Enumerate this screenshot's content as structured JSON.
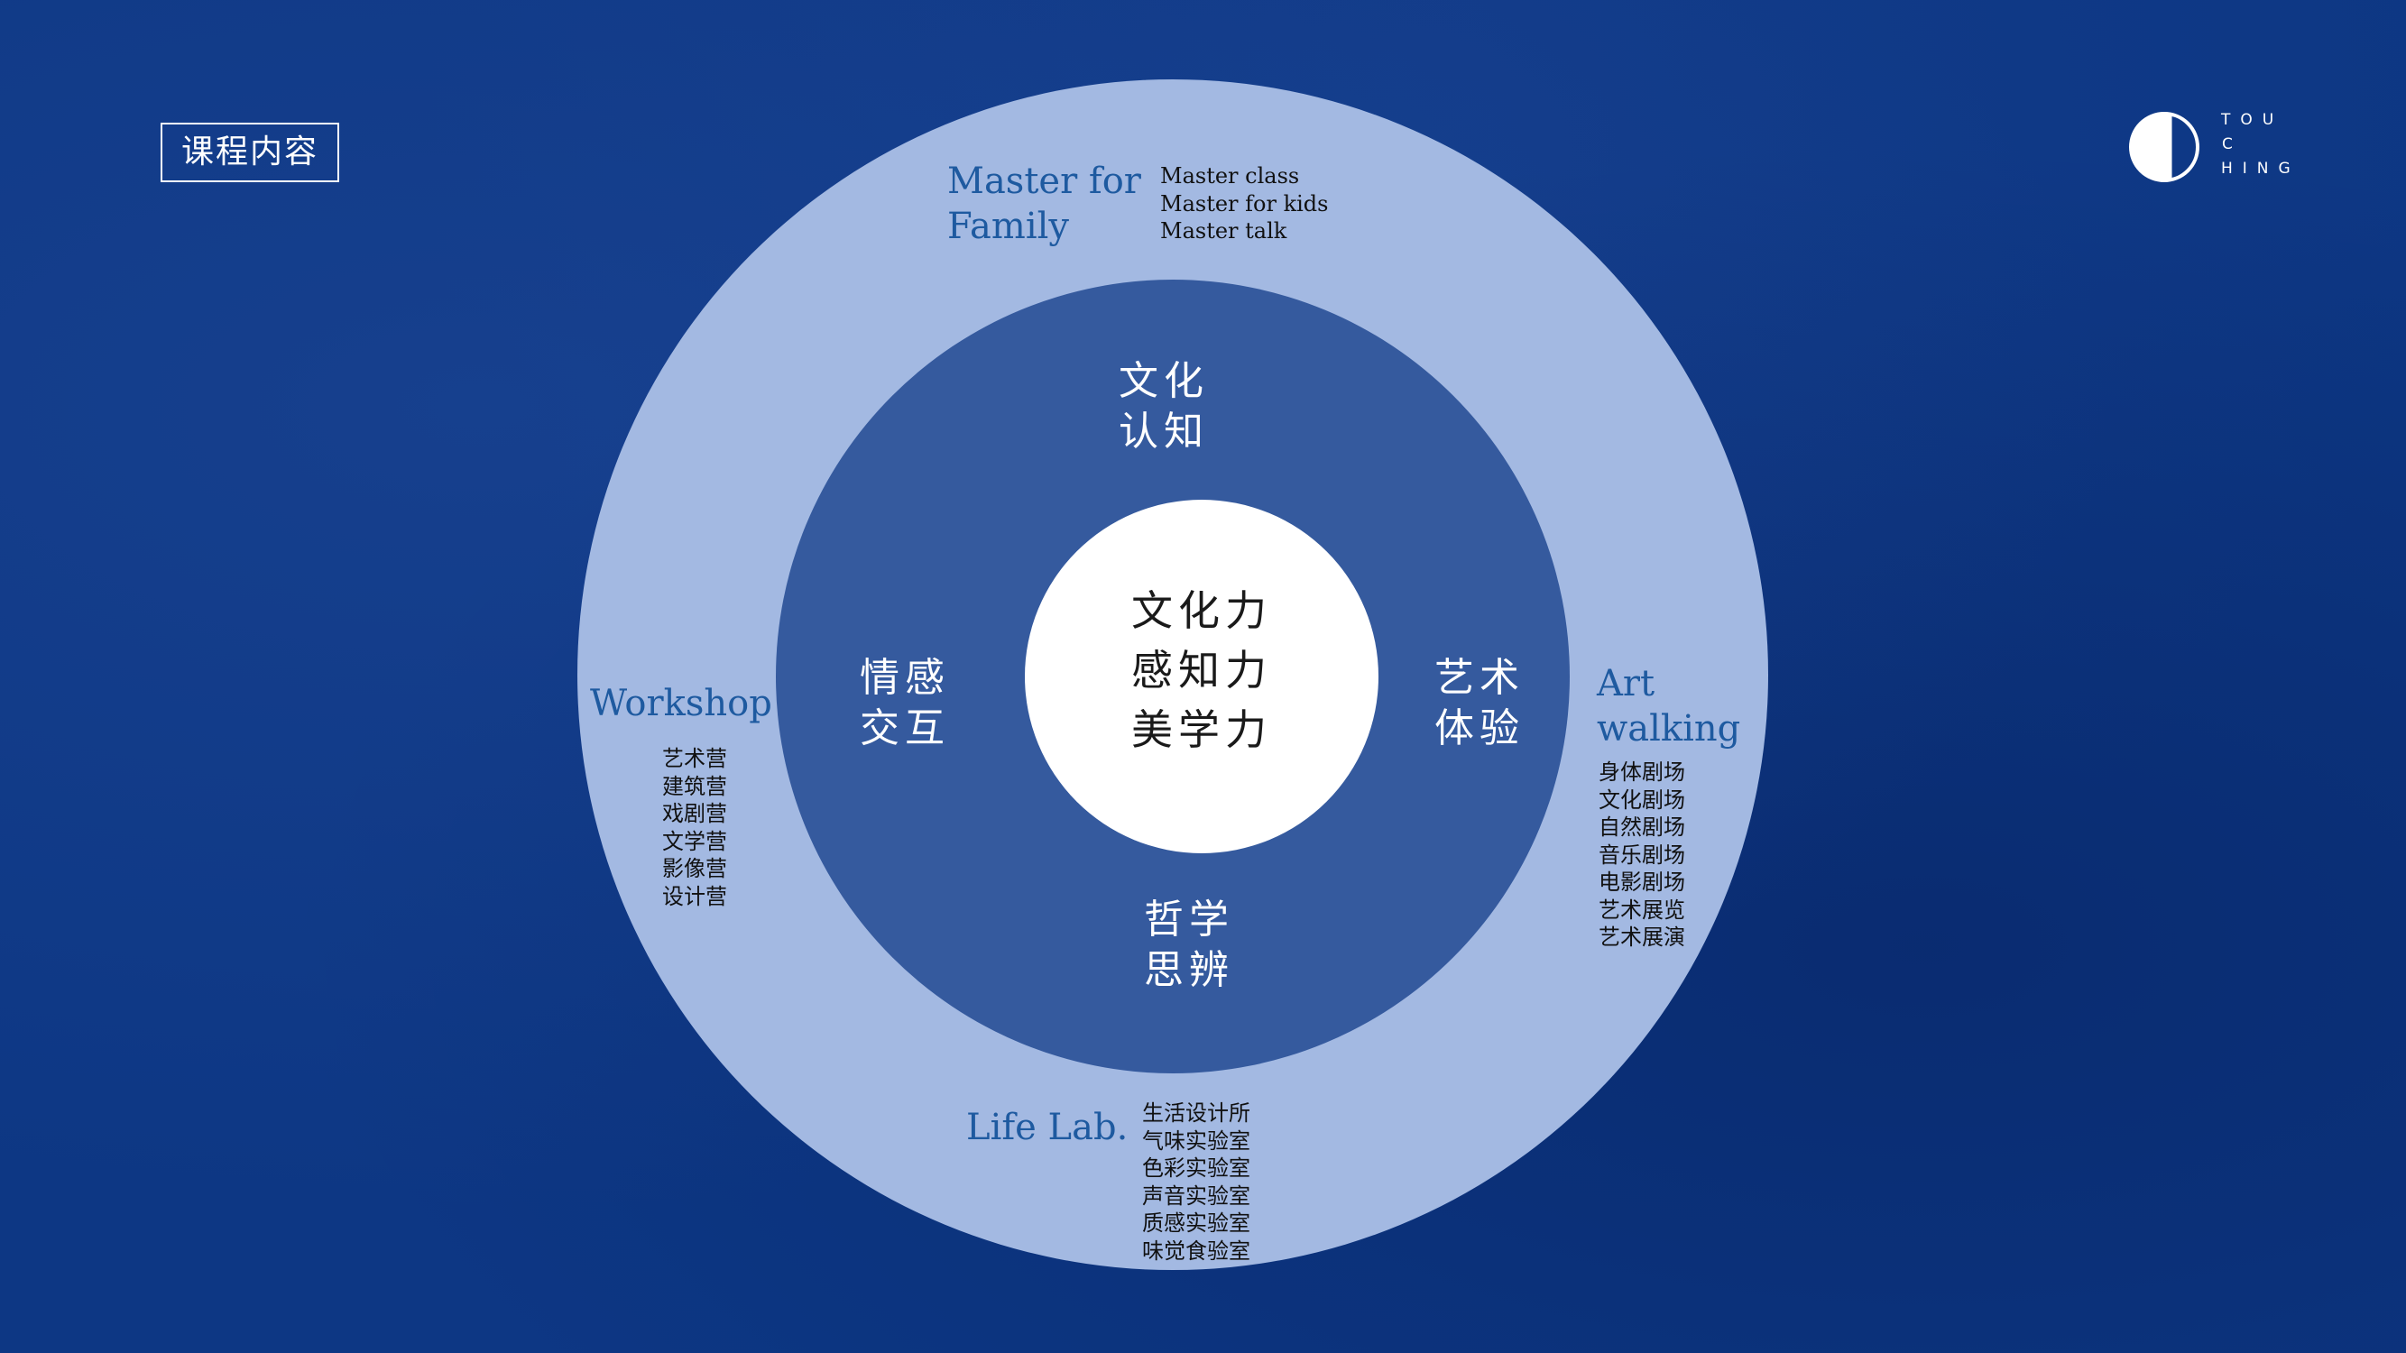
{
  "header": {
    "title": "课程内容"
  },
  "logo": {
    "lines": [
      "TOU",
      "C",
      "HING"
    ],
    "icon": "half-circle-logo-icon"
  },
  "diagram": {
    "core": [
      "文化力",
      "感知力",
      "美学力"
    ],
    "middle": {
      "top": [
        "文化",
        "认知"
      ],
      "left": [
        "情感",
        "交互"
      ],
      "right": [
        "艺术",
        "体验"
      ],
      "bottom": [
        "哲学",
        "思辨"
      ]
    },
    "outer": {
      "top": {
        "title": [
          "Master for",
          "Family"
        ],
        "items": [
          "Master class",
          "Master for kids",
          "Master talk"
        ]
      },
      "left": {
        "title": [
          "Workshop"
        ],
        "items": [
          "艺术营",
          "建筑营",
          "戏剧营",
          "文学营",
          "影像营",
          "设计营"
        ]
      },
      "right": {
        "title": [
          "Art",
          "walking"
        ],
        "items": [
          "身体剧场",
          "文化剧场",
          "自然剧场",
          "音乐剧场",
          "电影剧场",
          "艺术展览",
          "艺术展演"
        ]
      },
      "bottom": {
        "title": [
          "Life Lab."
        ],
        "items": [
          "生活设计所",
          "气味实验室",
          "色彩实验室",
          "声音实验室",
          "质感实验室",
          "味觉食验室"
        ]
      }
    }
  },
  "colors": {
    "background": "#0d3784",
    "outer_ring": "#a3b9e2",
    "middle_ring": "#355a9e",
    "core": "#ffffff",
    "outer_title": "#1e5aa0"
  }
}
